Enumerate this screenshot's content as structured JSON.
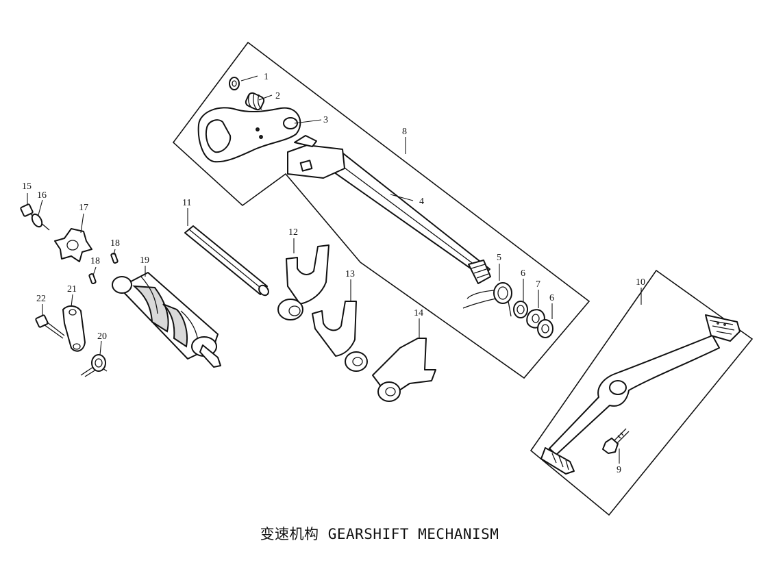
{
  "caption": "变速机构 GEARSHIFT MECHANISM",
  "callouts": [
    {
      "label": "1",
      "part": "washer"
    },
    {
      "label": "2",
      "part": "spring"
    },
    {
      "label": "3",
      "part": "shift-arm-plate"
    },
    {
      "label": "4",
      "part": "shift-shaft"
    },
    {
      "label": "5",
      "part": "return-spring"
    },
    {
      "label": "6",
      "part": "washer"
    },
    {
      "label": "7",
      "part": "circlip"
    },
    {
      "label": "6",
      "part": "washer"
    },
    {
      "label": "8",
      "part": "gearshift-shaft-assembly"
    },
    {
      "label": "9",
      "part": "pedal-bolt"
    },
    {
      "label": "10",
      "part": "gearshift-pedal-assembly"
    },
    {
      "label": "11",
      "part": "fork-shaft"
    },
    {
      "label": "12",
      "part": "shift-fork"
    },
    {
      "label": "13",
      "part": "shift-fork"
    },
    {
      "label": "14",
      "part": "shift-fork"
    },
    {
      "label": "15",
      "part": "bolt"
    },
    {
      "label": "16",
      "part": "washer"
    },
    {
      "label": "17",
      "part": "star-cam-plate"
    },
    {
      "label": "18",
      "part": "pin"
    },
    {
      "label": "18",
      "part": "pin"
    },
    {
      "label": "19",
      "part": "shift-drum"
    },
    {
      "label": "20",
      "part": "stopper-spring"
    },
    {
      "label": "21",
      "part": "stopper-arm"
    },
    {
      "label": "22",
      "part": "bolt"
    }
  ]
}
